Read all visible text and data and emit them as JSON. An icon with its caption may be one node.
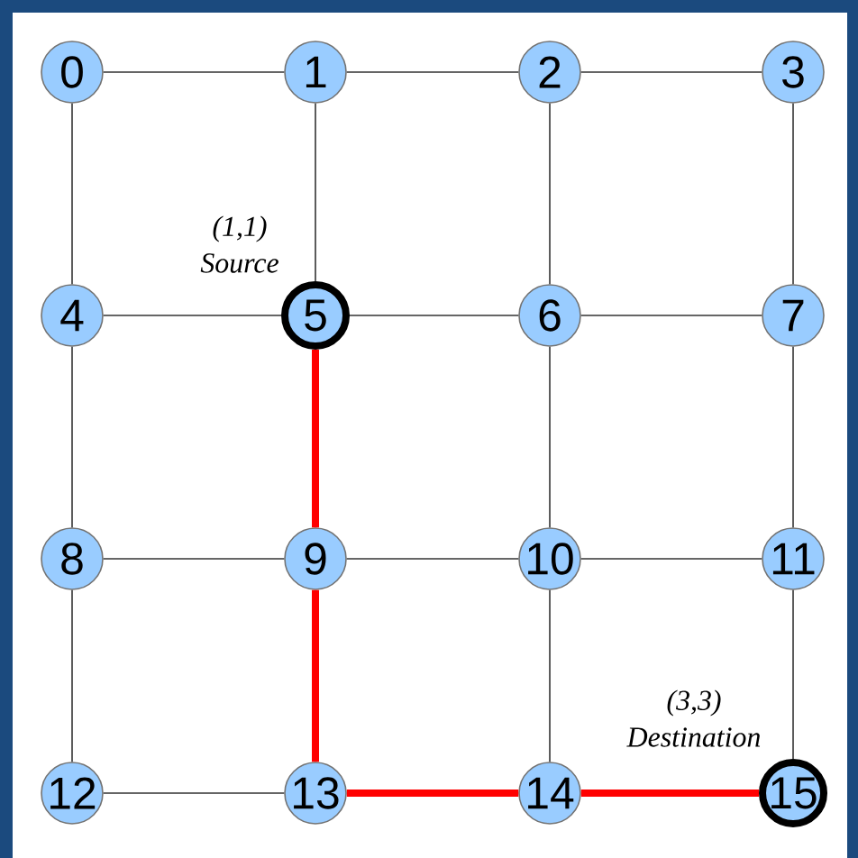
{
  "diagram": {
    "nodes": [
      {
        "text": [
          "0"
        ]
      },
      {
        "text": [
          "1"
        ]
      },
      {
        "text": [
          "2"
        ]
      },
      {
        "text": [
          "3"
        ]
      },
      {
        "text": [
          "4"
        ]
      },
      {
        "text": [
          "5"
        ],
        "beside": [
          "(1,1)",
          "Source"
        ]
      },
      {
        "text": [
          "6"
        ]
      },
      {
        "text": [
          "7"
        ]
      },
      {
        "text": [
          "8"
        ]
      },
      {
        "text": [
          "9"
        ]
      },
      {
        "text": [
          "10"
        ]
      },
      {
        "text": [
          "11"
        ]
      },
      {
        "text": [
          "12"
        ]
      },
      {
        "text": [
          "13"
        ]
      },
      {
        "text": [
          "14"
        ]
      },
      {
        "text": [
          "15"
        ],
        "beside": [
          "(3,3)",
          "Destination"
        ]
      }
    ],
    "edges": [
      {
        "from": 0,
        "to": 1,
        "arrow": "none"
      },
      {
        "from": 1,
        "to": 2,
        "arrow": "none"
      },
      {
        "from": 2,
        "to": 3,
        "arrow": "none"
      },
      {
        "from": 0,
        "to": 4,
        "arrow": "none"
      },
      {
        "from": 1,
        "to": 5,
        "arrow": "none"
      },
      {
        "from": 2,
        "to": 6,
        "arrow": "none"
      },
      {
        "from": 3,
        "to": 7,
        "arrow": "none"
      },
      {
        "from": 4,
        "to": 5,
        "arrow": "none"
      },
      {
        "from": 5,
        "to": 6,
        "arrow": "none"
      },
      {
        "from": 6,
        "to": 7,
        "arrow": "none"
      },
      {
        "from": 4,
        "to": 8,
        "arrow": "none"
      },
      {
        "from": 5,
        "to": 9,
        "arrow": "none",
        "style": "thick",
        "color": "#ff0000"
      },
      {
        "from": 6,
        "to": 10,
        "arrow": "none"
      },
      {
        "from": 7,
        "to": 11,
        "arrow": "none"
      },
      {
        "from": 8,
        "to": 9,
        "arrow": "none"
      },
      {
        "from": 9,
        "to": 10,
        "arrow": "none"
      },
      {
        "from": 10,
        "to": 11,
        "arrow": "none"
      },
      {
        "from": 8,
        "to": 12,
        "arrow": "none"
      },
      {
        "from": 9,
        "to": 13,
        "arrow": "none",
        "style": "thick",
        "color": "#ff0000"
      },
      {
        "from": 10,
        "to": 14,
        "arrow": "none"
      },
      {
        "from": 11,
        "to": 15,
        "arrow": "none"
      },
      {
        "from": 12,
        "to": 13,
        "arrow": "none"
      },
      {
        "from": 13,
        "to": 14,
        "arrow": "none",
        "style": "thick",
        "color": "#ff0000"
      },
      {
        "from": 14,
        "to": 15,
        "arrow": "none",
        "style": "thick",
        "color": "#ff0000"
      }
    ]
  }
}
